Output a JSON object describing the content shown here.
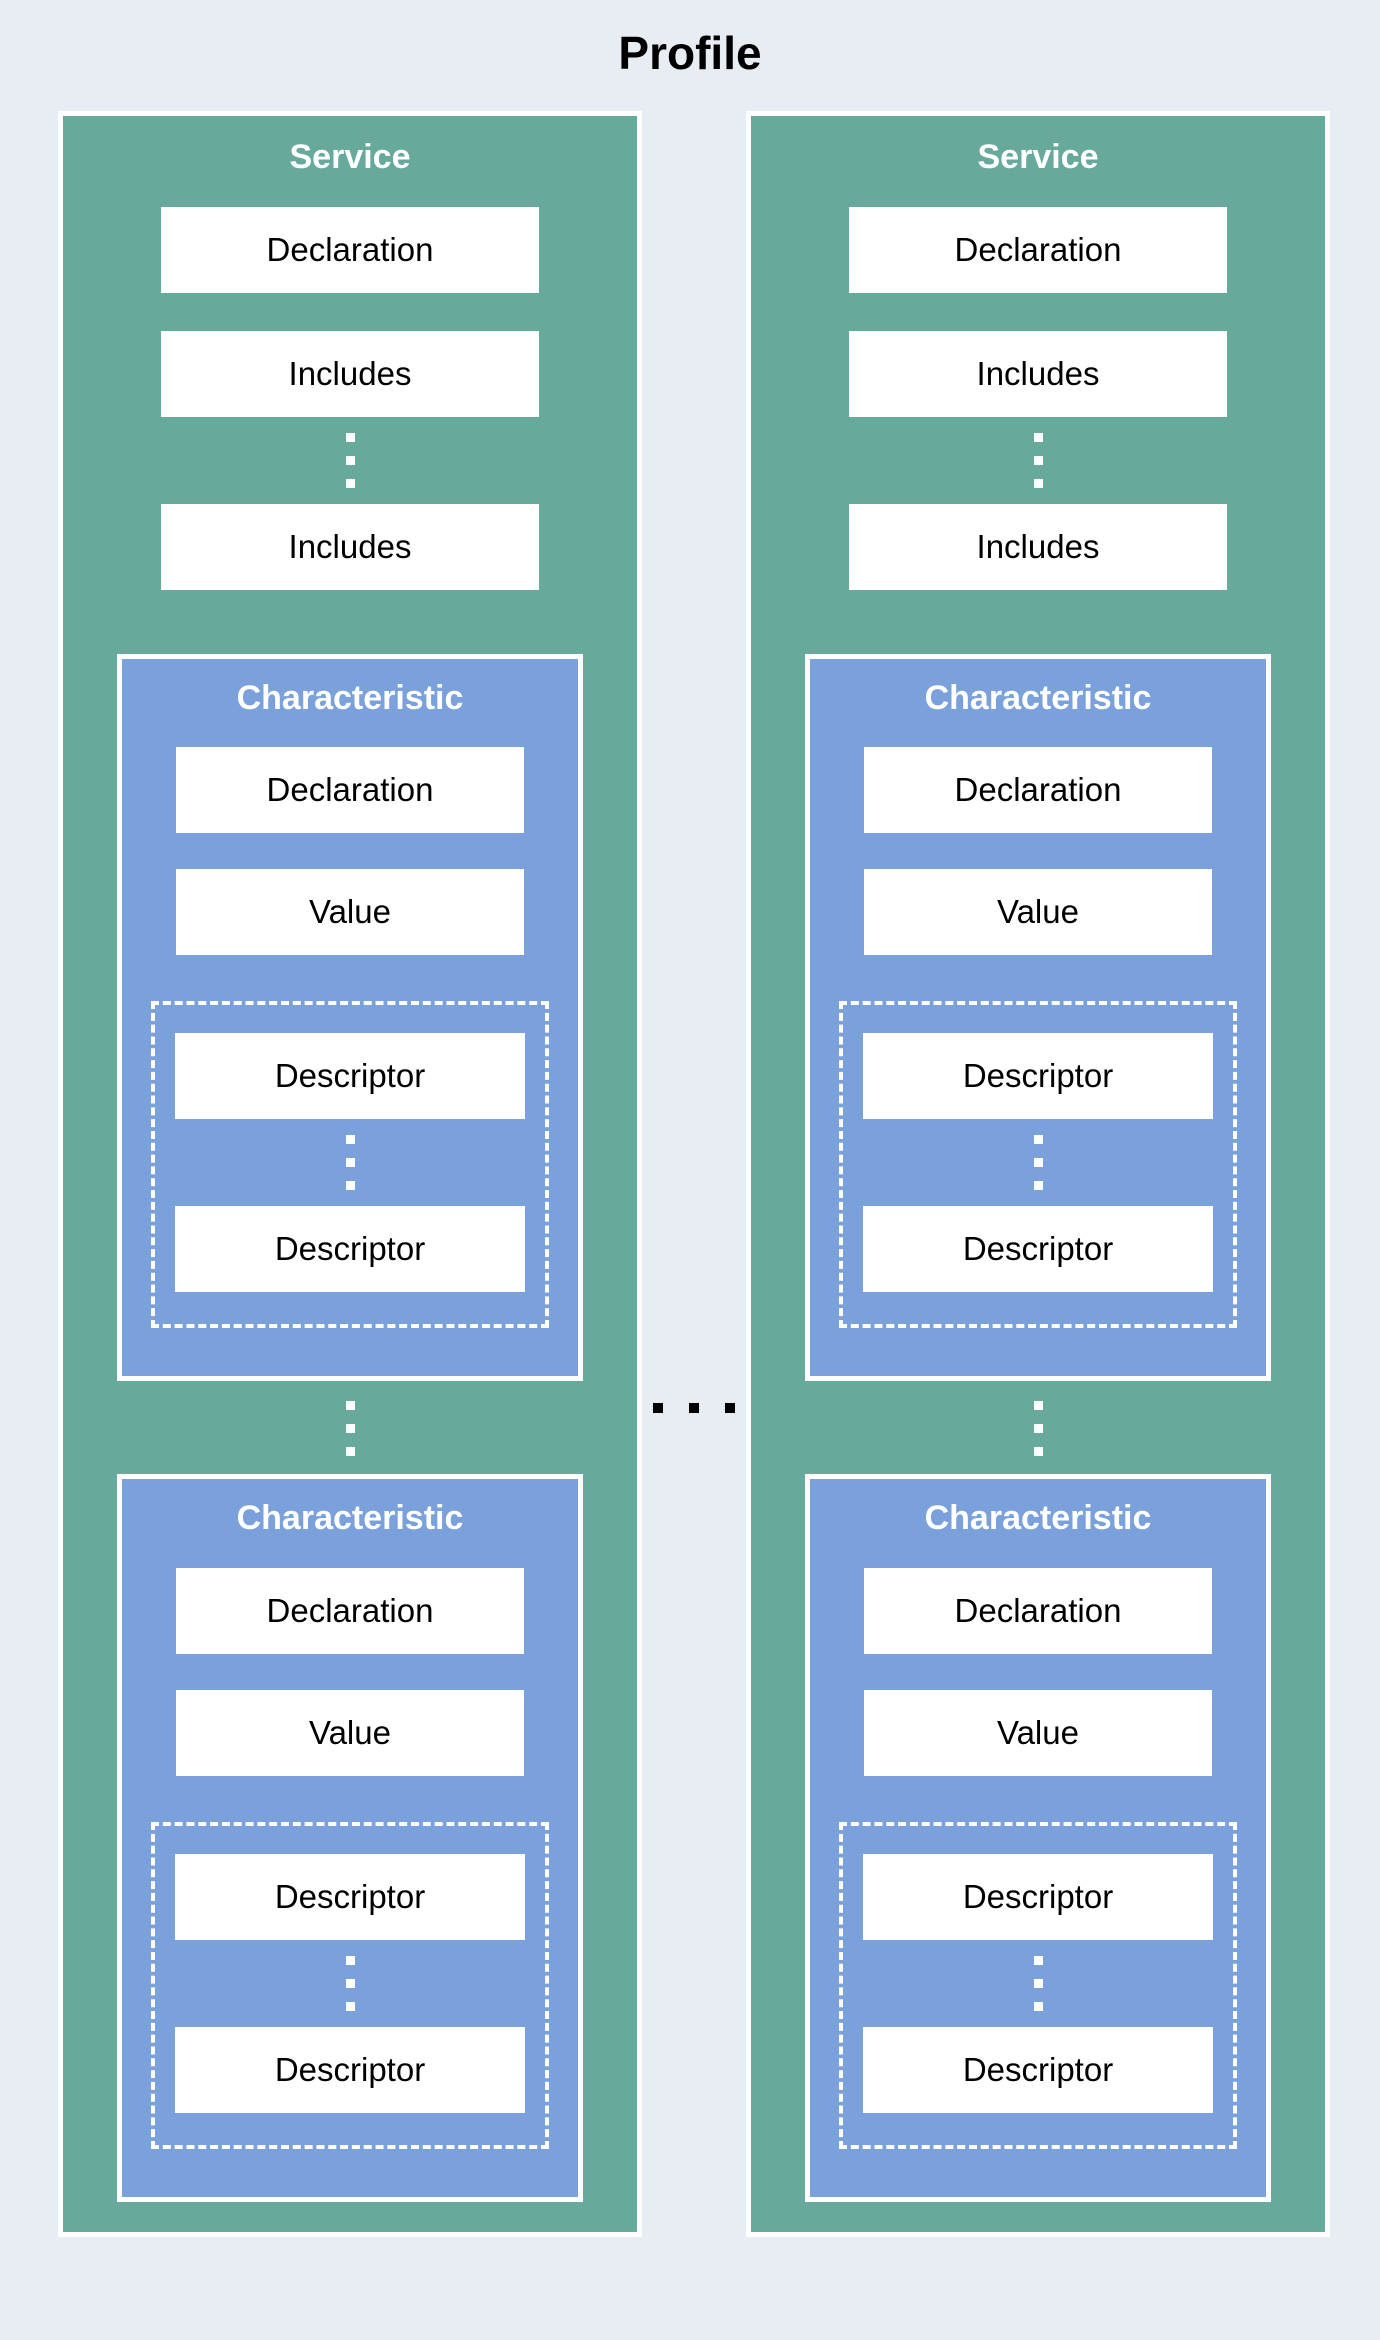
{
  "title": "Profile",
  "colors": {
    "background": "#E8EDF4",
    "service_fill": "#67AA9B",
    "characteristic_fill": "#7BA1DC",
    "box_fill": "#FFFFFF",
    "box_text": "#000000",
    "title_text": "#000000",
    "header_text": "#FFFFFF",
    "border": "#FFFFFF",
    "ellipsis_between_services": "#000000"
  },
  "icons": {
    "vertical_ellipsis": "vertical-ellipsis",
    "horizontal_ellipsis": "horizontal-ellipsis"
  },
  "services": [
    {
      "label": "Service",
      "declaration_label": "Declaration",
      "includes": [
        "Includes",
        "Includes"
      ],
      "characteristics": [
        {
          "label": "Characteristic",
          "declaration_label": "Declaration",
          "value_label": "Value",
          "descriptors": [
            "Descriptor",
            "Descriptor"
          ]
        },
        {
          "label": "Characteristic",
          "declaration_label": "Declaration",
          "value_label": "Value",
          "descriptors": [
            "Descriptor",
            "Descriptor"
          ]
        }
      ]
    },
    {
      "label": "Service",
      "declaration_label": "Declaration",
      "includes": [
        "Includes",
        "Includes"
      ],
      "characteristics": [
        {
          "label": "Characteristic",
          "declaration_label": "Declaration",
          "value_label": "Value",
          "descriptors": [
            "Descriptor",
            "Descriptor"
          ]
        },
        {
          "label": "Characteristic",
          "declaration_label": "Declaration",
          "value_label": "Value",
          "descriptors": [
            "Descriptor",
            "Descriptor"
          ]
        }
      ]
    }
  ]
}
